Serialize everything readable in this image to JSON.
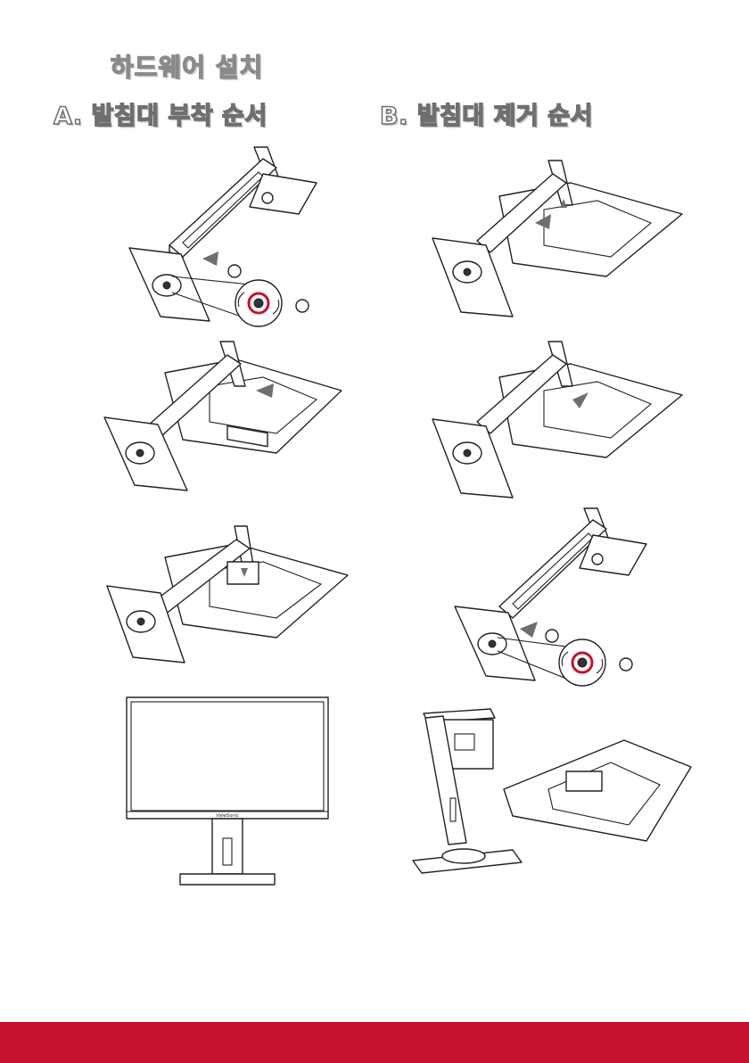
{
  "page": {
    "title": "하드웨어 설치",
    "accent_color": "#c5122e"
  },
  "section_a": {
    "heading": "A. 발침대 부착 순서"
  },
  "section_b": {
    "heading": "B. 발침대 제거 순서"
  },
  "figures": {
    "monitor_logo": "ViewSonic",
    "icons": [
      "stand-arm-illustration",
      "arrow-icon",
      "rotate-icon",
      "screw-icon",
      "monitor-back-illustration",
      "monitor-front-illustration"
    ]
  }
}
